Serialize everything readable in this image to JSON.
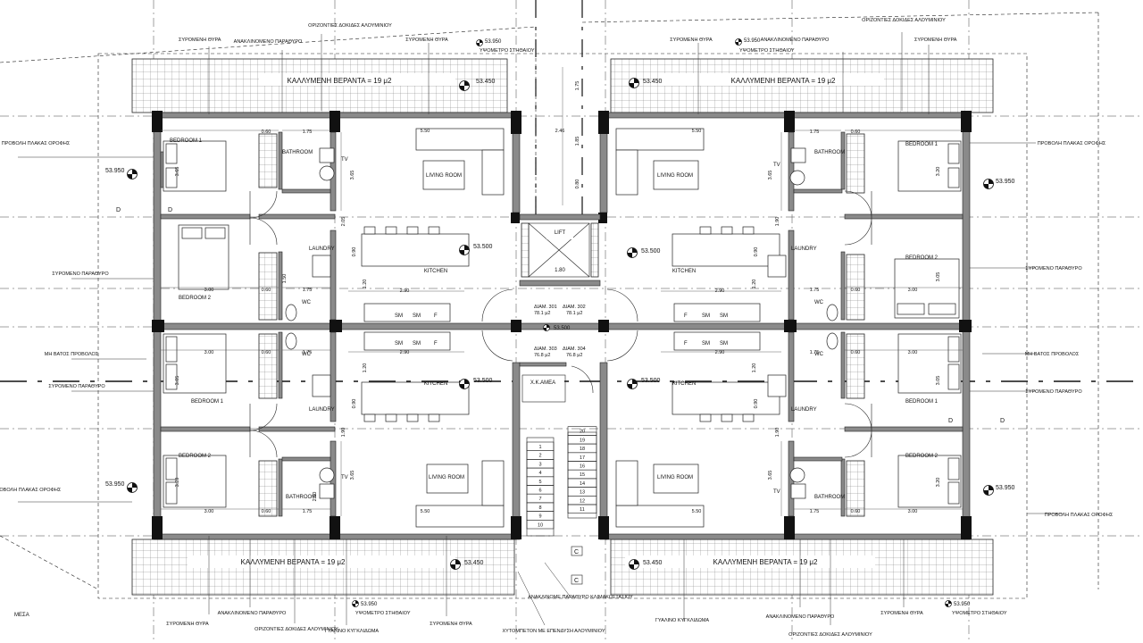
{
  "labels": {
    "veranda": "ΚΑΛΛΥΜΕΝΗ ΒΕΡΑΝΤΑ = 19 μ2",
    "sliding_door": "ΣΥΡΟΜΕΝΗ ΘΥΡΑ",
    "sliding_window": "ΣΥΡΟΜΕΝΟ ΠΑΡΑΘΥΡΟ",
    "tilting_window": "ΑΝΑΚΛΙΝΟΜΕΝΟ ΠΑΡΑΘΥΡΟ",
    "horizontal_beams": "ΟΡΙΖΟΝΤΙΕΣ ΔΟΚΙΔΕΣ ΑΛΟΥΜΙΝΙΟΥ",
    "sill_height": "ΥΨΟΜΕΤΡΟ ΣΤΗΘΑΙΟΥ",
    "roof_slab_projection": "ΠΡΟΒΟΛΗ ΠΛΑΚΑΣ ΟΡΟΦΗΣ",
    "non_walkable_projection": "ΜΗ ΒΑΤΟΣ ΠΡΟΒΟΛΟΣ",
    "glass_railing": "ΓΥΑΛΙΝΟ ΚΥΓΚΛΙΔΩΜΑ",
    "stair_window": "ΑΝΑΚΛΙΝΟΜΕ ΠΑΡΑΘΥΡΟ ΚΛΙΜΑΚΟΣΤΑΣΙΟΥ",
    "concrete_cladding": "ΧΥΤΟΜΠΕΤΟΝ ΜΕ ΕΠΕΝΔΥΣΗ ΑΛΟΥΜΙΝΙΟΥ",
    "mesa": "ΜΕΣΑ",
    "disabled_wc": "Χ.Κ.ΑΜΕΑ",
    "lift": "LIFT",
    "living": "LIVING ROOM",
    "kitchen": "KITCHEN",
    "bathroom": "BATHROOM",
    "laundry": "LAUNDRY",
    "wc": "WC",
    "bedroom1": "BEDROOM 1",
    "bedroom2": "BEDROOM 2",
    "tv": "TV",
    "sm": "SM",
    "f": "F"
  },
  "apartments": {
    "a301": "ΔΙΑΜ. 301",
    "a301_area": "78.1 μ2",
    "a302": "ΔΙΑΜ. 302",
    "a302_area": "78.1 μ2",
    "a303": "ΔΙΑΜ. 303",
    "a303_area": "76.8 μ2",
    "a304": "ΔΙΑΜ. 304",
    "a304_area": "76.8 μ2"
  },
  "levels": {
    "terrace": "53.950",
    "floor": "53.500",
    "veranda": "53.450"
  },
  "section_marks": {
    "c": "C",
    "d": "D"
  },
  "dimensions": {
    "d060": "0.60",
    "d175": "1.75",
    "d300": "3.00",
    "d365": "3.65",
    "d205": "2.05",
    "d290": "2.90",
    "d120": "1.20",
    "d550": "5.50",
    "d246": "2.46",
    "d185": "1.85",
    "d080": "0.80",
    "d180": "1.80",
    "d190": "1.90",
    "d090": "0.90",
    "d150": "1.50",
    "d320": "3.20",
    "d305": "3.05",
    "d250": "2.50"
  },
  "stairs": [
    "1",
    "2",
    "3",
    "4",
    "5",
    "6",
    "7",
    "8",
    "9",
    "10",
    "11",
    "12",
    "13",
    "14",
    "15",
    "16",
    "17",
    "18",
    "19",
    "20"
  ]
}
